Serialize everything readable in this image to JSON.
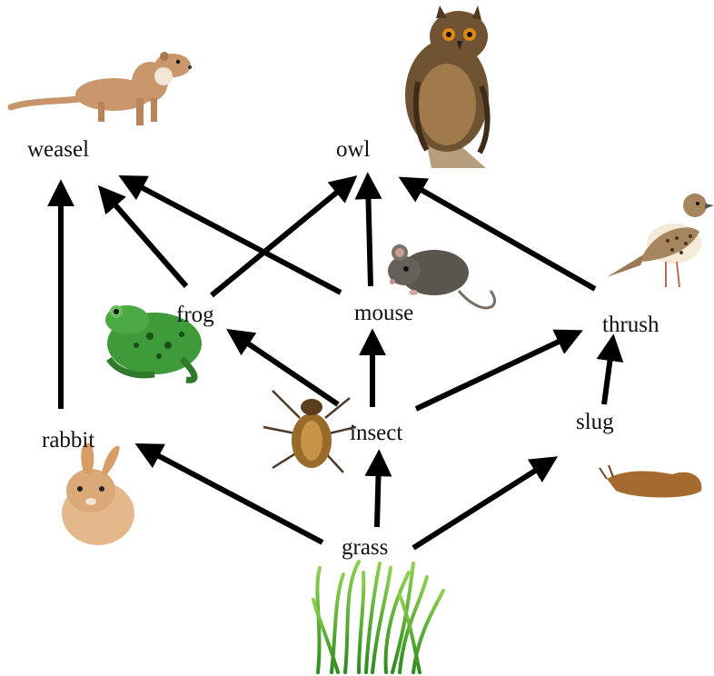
{
  "diagram": {
    "organisms": {
      "weasel": "weasel",
      "owl": "owl",
      "frog": "frog",
      "mouse": "mouse",
      "thrush": "thrush",
      "rabbit": "rabbit",
      "insect": "insect",
      "slug": "slug",
      "grass": "grass"
    },
    "feeding_links": [
      {
        "from": "rabbit",
        "to": "weasel"
      },
      {
        "from": "frog",
        "to": "weasel"
      },
      {
        "from": "mouse",
        "to": "weasel"
      },
      {
        "from": "frog",
        "to": "owl"
      },
      {
        "from": "mouse",
        "to": "owl"
      },
      {
        "from": "thrush",
        "to": "owl"
      },
      {
        "from": "insect",
        "to": "frog"
      },
      {
        "from": "insect",
        "to": "mouse"
      },
      {
        "from": "insect",
        "to": "thrush"
      },
      {
        "from": "slug",
        "to": "thrush"
      },
      {
        "from": "grass",
        "to": "rabbit"
      },
      {
        "from": "grass",
        "to": "insect"
      },
      {
        "from": "grass",
        "to": "slug"
      }
    ],
    "colors": {
      "arrow": "#000000",
      "label": "#111111",
      "background": "#ffffff"
    }
  }
}
